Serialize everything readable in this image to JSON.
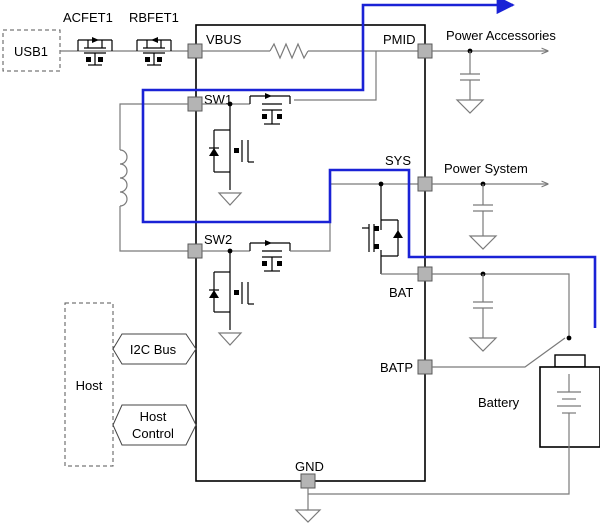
{
  "source": {
    "label": "USB1"
  },
  "fets": {
    "acfet": "ACFET1",
    "rbfet": "RBFET1"
  },
  "pins": {
    "vbus": "VBUS",
    "pmid": "PMID",
    "sw1": "SW1",
    "sys": "SYS",
    "sw2": "SW2",
    "bat": "BAT",
    "batp": "BATP",
    "gnd": "GND"
  },
  "outputs": {
    "power_accessories": "Power Accessories",
    "power_system": "Power System"
  },
  "host": {
    "label": "Host",
    "i2c_bus": "I2C Bus",
    "control_line1": "Host",
    "control_line2": "Control"
  },
  "battery": {
    "label": "Battery"
  },
  "colors": {
    "current_path": "#1a22d6",
    "pad_fill": "#b4b4b4",
    "wire": "#7a7a7a"
  }
}
